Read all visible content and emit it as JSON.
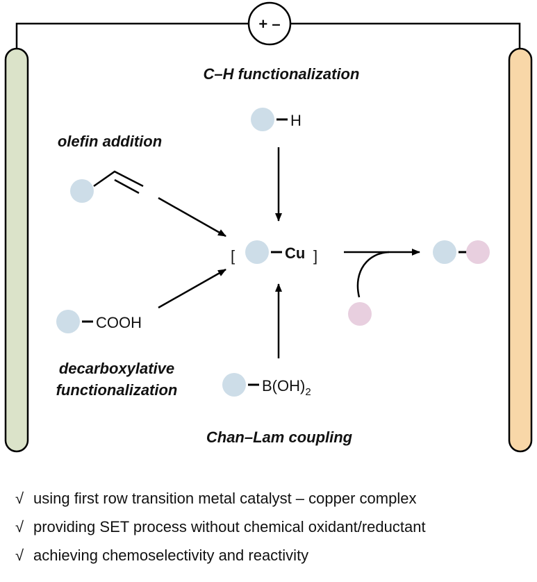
{
  "colors": {
    "anode_fill": "#dbe3c9",
    "cathode_fill": "#f8d7a8",
    "blue_dot": "#cddde8",
    "pink_dot": "#e8cfdf",
    "line": "#000000"
  },
  "power_source": {
    "symbol": "+ –"
  },
  "labels": {
    "ch_functionalization": "C–H functionalization",
    "olefin_addition": "olefin addition",
    "decarboxylative_line1": "decarboxylative",
    "decarboxylative_line2": "functionalization",
    "chan_lam": "Chan–Lam coupling"
  },
  "species": {
    "h": "H",
    "cooh": "COOH",
    "boronic_main": "B(OH)",
    "boronic_sub": "2",
    "cu": "Cu",
    "bracket_left": "[",
    "bracket_right": "]"
  },
  "bullets": [
    {
      "mark": "√",
      "text": "using first row transition metal catalyst – copper complex"
    },
    {
      "mark": "√",
      "text": "providing SET process without chemical oxidant/reductant"
    },
    {
      "mark": "√",
      "text": "achieving chemoselectivity and reactivity"
    }
  ]
}
